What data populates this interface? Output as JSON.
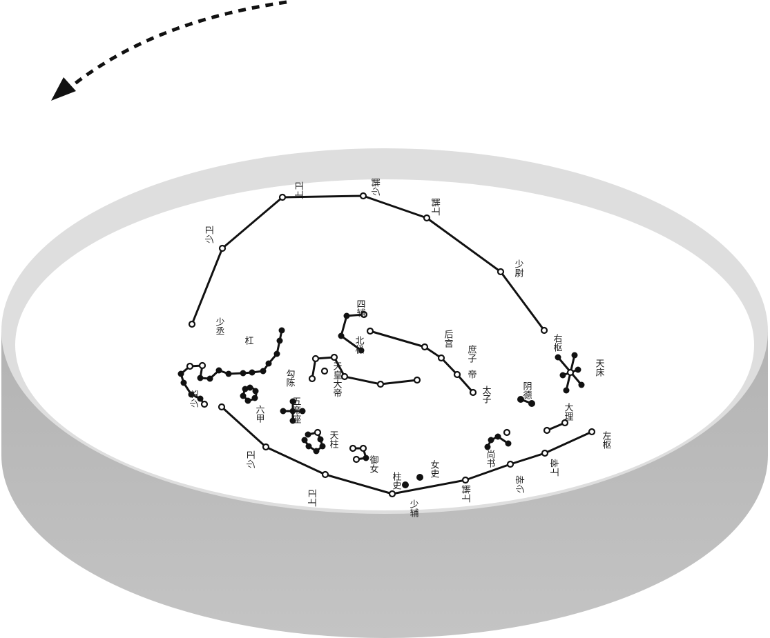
{
  "labels": {
    "shangwei_top": "上卫",
    "shaofu_top": "少辅",
    "shangfu_top": "上辅",
    "shaowei_right": "少尉",
    "youshu": "右枢",
    "shaowei_left": "少卫",
    "shaocheng": "少丞",
    "sifu": "四辅",
    "beiji": "北极",
    "hougong": "后宫",
    "shuzi": "庶子",
    "di": "帝",
    "taizi": "太子",
    "gouchen": "勾陈",
    "tianhuangdadi": "天皇大帝",
    "gang": "杠",
    "liujia": "六甲",
    "wudizuo": "五帝座",
    "tianzhu": "天柱",
    "yunv": "御女",
    "zhushi": "柱史",
    "nvshi": "女史",
    "shangshu": "尚书",
    "yinde": "阴德",
    "tianchuang": "天床",
    "dali": "大理",
    "zuoshu": "左枢",
    "shangzai": "上宰",
    "shaozai": "少宰",
    "shangfu_bottom": "上辅",
    "shaofu_bottom": "少辅",
    "shangwei_bottom": "上卫",
    "shaowei_bottom": "少卫",
    "shaocheng_bottom": "少丞"
  },
  "colors": {
    "wall_outer": "#bdbdbd",
    "wall_inner": "#dcdcdc",
    "floor": "#ffffff",
    "ink": "#111111"
  }
}
